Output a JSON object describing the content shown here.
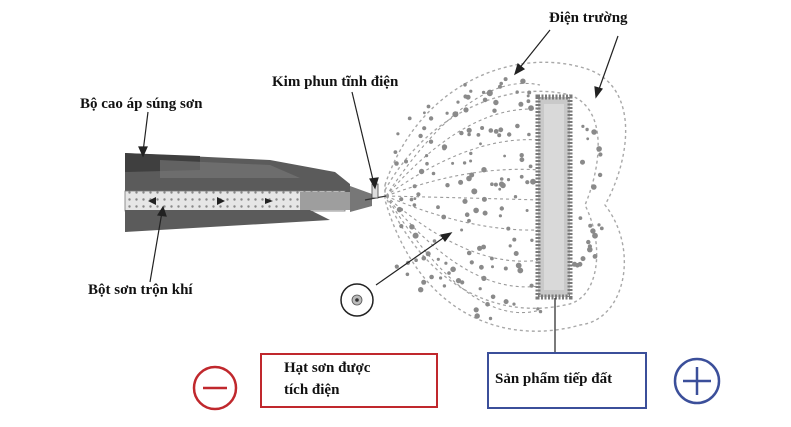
{
  "labels": {
    "electric_field": "Điện trường",
    "needle": "Kim phun tĩnh điện",
    "high_voltage": "Bộ cao áp súng sơn",
    "powder_air": "Bột sơn trộn khí",
    "charged_particles_line1": "Hạt sơn được",
    "charged_particles_line2": "tích điện",
    "grounded_product": "Sản phẩm tiếp đất"
  },
  "polarity": {
    "negative_symbol": "minus-sign",
    "positive_symbol": "plus-sign"
  },
  "colors": {
    "negative": "#c0282d",
    "positive": "#3b4f9a",
    "gun_dark": "#555555",
    "particles": "#8a8a8a",
    "field_lines": "#9a9a9a"
  }
}
